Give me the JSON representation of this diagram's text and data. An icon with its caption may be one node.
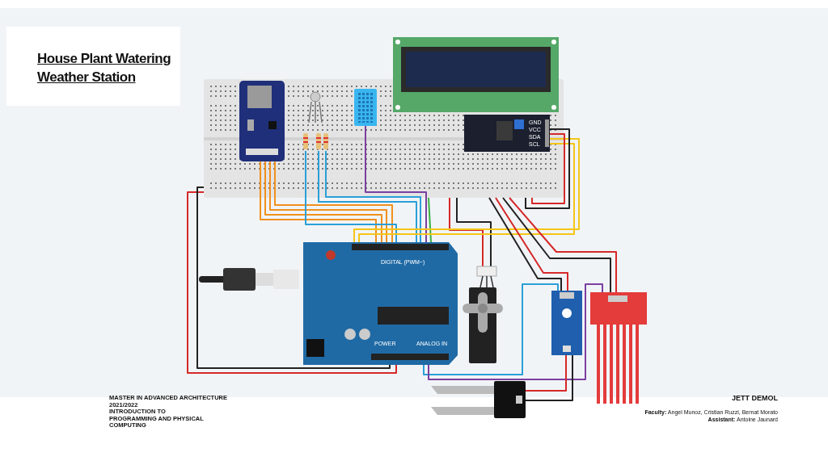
{
  "diagram": {
    "title": "House Plant Watering Weather Station",
    "nodes": [
      {
        "text": [],
        "shape": "picture"
      },
      {
        "text": [],
        "shape": "picture",
        "in": 0
      },
      {
        "text": [],
        "shape": "picture",
        "in": 0
      },
      {
        "text": [],
        "shape": "picture",
        "in": 0
      },
      {
        "text": [],
        "shape": "picture",
        "in": 0
      },
      {
        "text": [],
        "shape": "picture",
        "in": 0
      },
      {
        "text": [],
        "shape": "picture",
        "in": 0
      },
      {
        "text": [],
        "shape": "picture"
      },
      {
        "text": [
          "GND",
          "VCC",
          "SDA",
          "SCL"
        ],
        "in": 0
      },
      {
        "text": [
          "DIGITAL (PWM~)",
          "POWER",
          "ANALOG IN"
        ]
      },
      {
        "text": [],
        "shape": "picture"
      },
      {
        "text": [],
        "shape": "picture"
      },
      {
        "text": [],
        "shape": "picture"
      },
      {
        "text": [],
        "shape": "picture"
      },
      {
        "text": [],
        "shape": "picture"
      }
    ],
    "edges": [
      {
        "from": 0,
        "to": 9,
        "arrow": "none",
        "color": "#d62828"
      },
      {
        "from": 0,
        "to": 9,
        "arrow": "none",
        "color": "#222222"
      },
      {
        "from": 1,
        "to": 9,
        "arrow": "none",
        "color": "#f0901e"
      },
      {
        "from": 1,
        "to": 9,
        "arrow": "none",
        "color": "#f0901e"
      },
      {
        "from": 1,
        "to": 9,
        "arrow": "none",
        "color": "#f0901e"
      },
      {
        "from": 1,
        "to": 9,
        "arrow": "none",
        "color": "#f0901e"
      },
      {
        "from": 3,
        "to": 9,
        "arrow": "none",
        "color": "#2a9fd8"
      },
      {
        "from": 4,
        "to": 9,
        "arrow": "none",
        "color": "#2a9fd8"
      },
      {
        "from": 5,
        "to": 9,
        "arrow": "none",
        "color": "#2a9fd8"
      },
      {
        "from": 6,
        "to": 9,
        "arrow": "none",
        "color": "#7b3fa0"
      },
      {
        "from": 0,
        "to": 9,
        "arrow": "none",
        "color": "#3cb043"
      },
      {
        "from": 0,
        "to": 11,
        "arrow": "none",
        "color": "#d62828"
      },
      {
        "from": 0,
        "to": 11,
        "arrow": "none",
        "color": "#222222"
      },
      {
        "from": 8,
        "to": 9,
        "arrow": "none",
        "color": "#f5c518"
      },
      {
        "from": 8,
        "to": 9,
        "arrow": "none",
        "color": "#f5c518"
      },
      {
        "from": 8,
        "to": 0,
        "arrow": "none",
        "color": "#222222"
      },
      {
        "from": 8,
        "to": 0,
        "arrow": "none",
        "color": "#d62828"
      },
      {
        "from": 0,
        "to": 12,
        "arrow": "none",
        "color": "#222222"
      },
      {
        "from": 0,
        "to": 12,
        "arrow": "none",
        "color": "#d62828"
      },
      {
        "from": 0,
        "to": 14,
        "arrow": "none",
        "color": "#222222"
      },
      {
        "from": 0,
        "to": 14,
        "arrow": "none",
        "color": "#d62828"
      },
      {
        "from": 9,
        "to": 12,
        "arrow": "none",
        "color": "#2a9fd8"
      },
      {
        "from": 9,
        "to": 14,
        "arrow": "none",
        "color": "#7b3fa0"
      },
      {
        "from": 12,
        "to": 13,
        "arrow": "none",
        "color": "#d62828"
      },
      {
        "from": 12,
        "to": 13,
        "arrow": "none",
        "color": "#222222"
      }
    ],
    "labels": [
      "MASTER IN ADVANCED ARCHITECTURE",
      "2021/2022",
      "INTRODUCTION TO PROGRAMMING AND PHYSICAL COMPUTING",
      "JETT DEMOL",
      "**Faculty:** Angel Munoz, Cristian Ruzzi, Bernat Morato",
      "**Assistant:** Antoine Jaunard"
    ]
  }
}
